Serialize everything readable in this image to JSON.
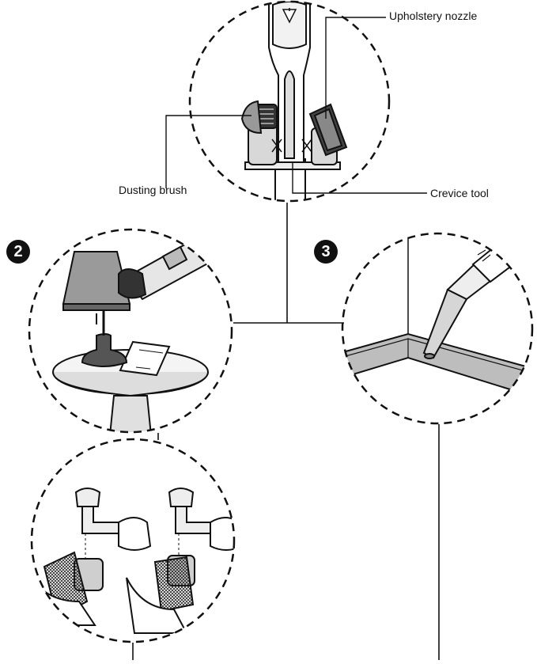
{
  "labels": {
    "upholstery_nozzle": "Upholstery nozzle",
    "dusting_brush": "Dusting brush",
    "crevice_tool": "Crevice tool"
  },
  "steps": {
    "two": "2",
    "three": "3"
  }
}
